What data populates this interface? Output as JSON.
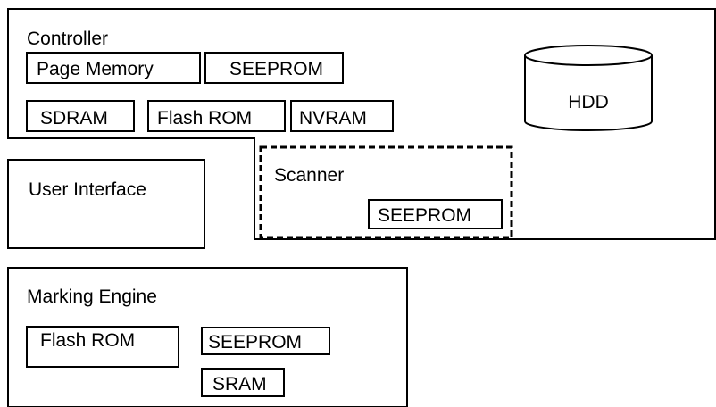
{
  "controller": {
    "label": "Controller",
    "components": {
      "page_memory": "Page Memory",
      "seeprom": "SEEPROM",
      "sdram": "SDRAM",
      "flash_rom": "Flash ROM",
      "nvram": "NVRAM",
      "hdd": "HDD"
    }
  },
  "user_interface": {
    "label": "User Interface"
  },
  "scanner": {
    "label": "Scanner",
    "components": {
      "seeprom": "SEEPROM"
    }
  },
  "marking_engine": {
    "label": "Marking Engine",
    "components": {
      "flash_rom": "Flash ROM",
      "seeprom": "SEEPROM",
      "sram": "SRAM"
    }
  }
}
